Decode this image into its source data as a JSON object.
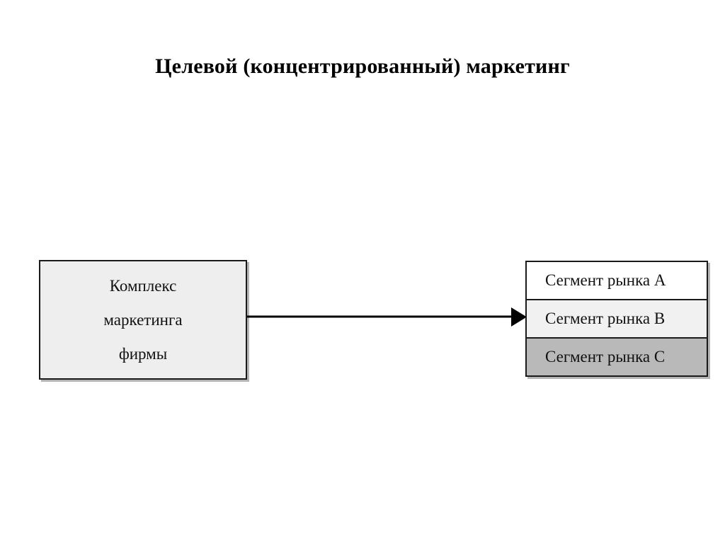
{
  "slide": {
    "title": "Целевой (концентрированный) маркетинг",
    "background_color": "#ffffff"
  },
  "marketing_mix_box": {
    "lines": [
      "Комплекс",
      "маркетинга",
      "фирмы"
    ],
    "fill_color": "#eeeeee",
    "border_color": "#1a1a1a"
  },
  "connector": {
    "kind": "arrow",
    "direction": "left-to-right",
    "from": "marketing-mix-box",
    "to": "segment-b",
    "color": "#000000"
  },
  "segments": {
    "items": [
      {
        "label": "Сегмент рынка A",
        "fill_color": "#ffffff"
      },
      {
        "label": "Сегмент рынка B",
        "fill_color": "#f1f1f1"
      },
      {
        "label": "Сегмент рынка C",
        "fill_color": "#b9b9b9"
      }
    ],
    "border_color": "#1a1a1a"
  }
}
